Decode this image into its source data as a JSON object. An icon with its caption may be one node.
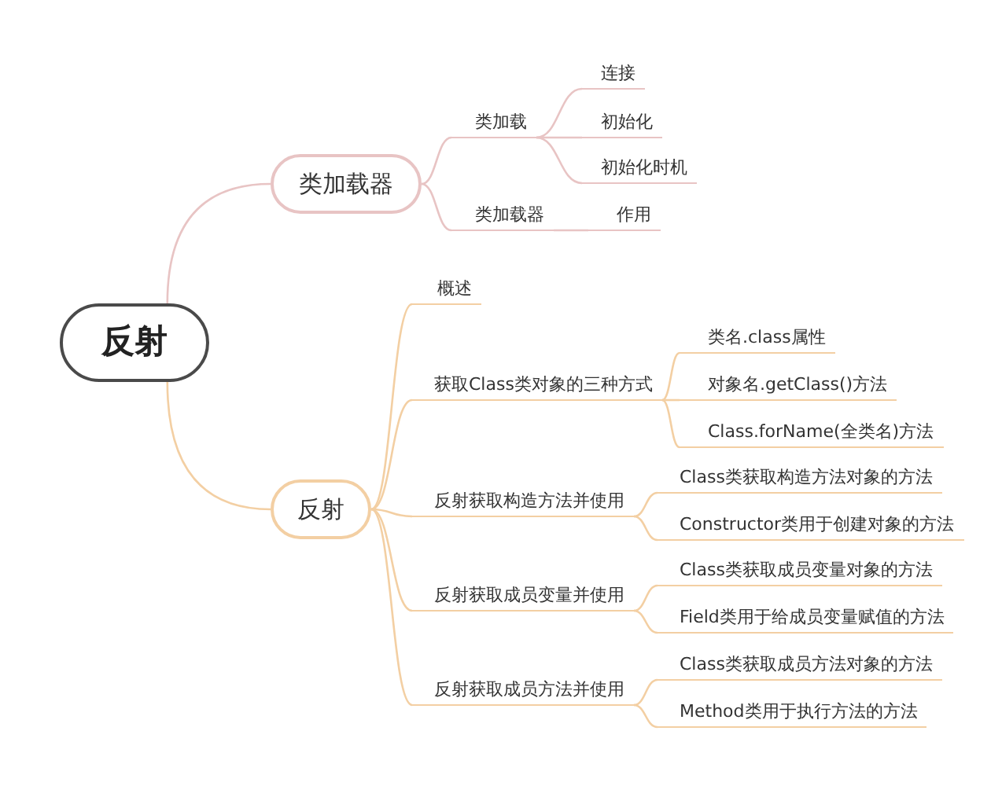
{
  "diagram": {
    "nodes": [
      {
        "text": [
          "反射"
        ]
      },
      {
        "text": [
          "类加载器"
        ]
      },
      {
        "text": [
          "类加载"
        ]
      },
      {
        "text": [
          "连接"
        ]
      },
      {
        "text": [
          "初始化"
        ]
      },
      {
        "text": [
          "初始化时机"
        ]
      },
      {
        "text": [
          "类加载器"
        ]
      },
      {
        "text": [
          "作用"
        ]
      },
      {
        "text": [
          "反射"
        ]
      },
      {
        "text": [
          "概述"
        ]
      },
      {
        "text": [
          "获取Class类对象的三种方式"
        ]
      },
      {
        "text": [
          "类名.class属性"
        ]
      },
      {
        "text": [
          "对象名.getClass()方法"
        ]
      },
      {
        "text": [
          "Class.forName(全类名)方法"
        ]
      },
      {
        "text": [
          "反射获取构造方法并使用"
        ]
      },
      {
        "text": [
          "Class类获取构造方法对象的方法"
        ]
      },
      {
        "text": [
          "Constructor类用于创建对象的方法"
        ]
      },
      {
        "text": [
          "反射获取成员变量并使用"
        ]
      },
      {
        "text": [
          "Class类获取成员变量对象的方法"
        ]
      },
      {
        "text": [
          "Field类用于给成员变量赋值的方法"
        ]
      },
      {
        "text": [
          "反射获取成员方法并使用"
        ]
      },
      {
        "text": [
          "Class类获取成员方法对象的方法"
        ]
      },
      {
        "text": [
          "Method类用于执行方法的方法"
        ]
      }
    ],
    "edges": [
      {
        "from": 0,
        "to": 1,
        "arrow": "none",
        "color": "#e8c4c4"
      },
      {
        "from": 0,
        "to": 8,
        "arrow": "none"
      },
      {
        "from": 1,
        "to": 2,
        "arrow": "none",
        "color": "#e8c4c4"
      },
      {
        "from": 1,
        "to": 6,
        "arrow": "none",
        "color": "#e8c4c4"
      },
      {
        "from": 2,
        "to": 3,
        "arrow": "none",
        "color": "#e8c4c4"
      },
      {
        "from": 2,
        "to": 4,
        "arrow": "none",
        "color": "#e8c4c4"
      },
      {
        "from": 2,
        "to": 5,
        "arrow": "none",
        "color": "#e8c4c4"
      },
      {
        "from": 6,
        "to": 7,
        "arrow": "none",
        "color": "#e8c4c4"
      },
      {
        "from": 8,
        "to": 9,
        "arrow": "none"
      },
      {
        "from": 8,
        "to": 10,
        "arrow": "none"
      },
      {
        "from": 8,
        "to": 14,
        "arrow": "none"
      },
      {
        "from": 8,
        "to": 17,
        "arrow": "none"
      },
      {
        "from": 8,
        "to": 20,
        "arrow": "none"
      },
      {
        "from": 10,
        "to": 11,
        "arrow": "none"
      },
      {
        "from": 10,
        "to": 12,
        "arrow": "none"
      },
      {
        "from": 10,
        "to": 13,
        "arrow": "none"
      },
      {
        "from": 14,
        "to": 15,
        "arrow": "none"
      },
      {
        "from": 14,
        "to": 16,
        "arrow": "none"
      },
      {
        "from": 17,
        "to": 18,
        "arrow": "none"
      },
      {
        "from": 17,
        "to": 19,
        "arrow": "none"
      },
      {
        "from": 20,
        "to": 21,
        "arrow": "none"
      },
      {
        "from": 20,
        "to": 22,
        "arrow": "none"
      }
    ]
  }
}
